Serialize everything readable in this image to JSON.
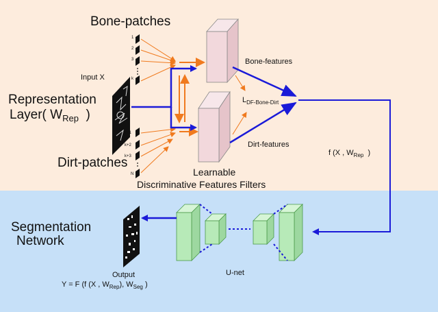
{
  "colors": {
    "top_band": "#fdecdd",
    "bottom_band": "#c6e0f8",
    "blue_arrow": "#1a1ad8",
    "orange_arrow": "#f07a1e",
    "feature_block": "#f2d8dc",
    "unet_block": "#b7eab8"
  },
  "labels": {
    "bone_patches": "Bone-patches",
    "input_x": "Input X",
    "rep_line1": "Representation",
    "rep_line2_prefix": "Layer(",
    "rep_w": "W",
    "rep_sub": "Rep",
    "rep_close": ")",
    "dirt_patches": "Dirt-patches",
    "bone_features": "Bone-features",
    "dirt_features": "Dirt-features",
    "loss_main": "L",
    "loss_sub": "DF-Bone-Dirt",
    "learnable": "Learnable",
    "dff": "Discriminative Features Filters",
    "fx_text": "f (X , W",
    "fx_sub": "Rep",
    "fx_close": ")",
    "seg_line1": "Segmentation",
    "seg_line2": "Network",
    "output": "Output",
    "unet": "U-net",
    "y_text_1": "Y  =  F (f (X , W",
    "y_sub_1": "Rep",
    "y_text_2": "), W",
    "y_sub_2": "Seg",
    "y_text_3": ")"
  },
  "patch_labels": {
    "bone": [
      "1",
      "2",
      "3",
      "k"
    ],
    "dirt": [
      "k+1",
      "k+2",
      "k+3",
      "N"
    ]
  },
  "icons": {
    "input_image": "bone-ct-slice-image",
    "output_image": "segmentation-mask-image"
  }
}
